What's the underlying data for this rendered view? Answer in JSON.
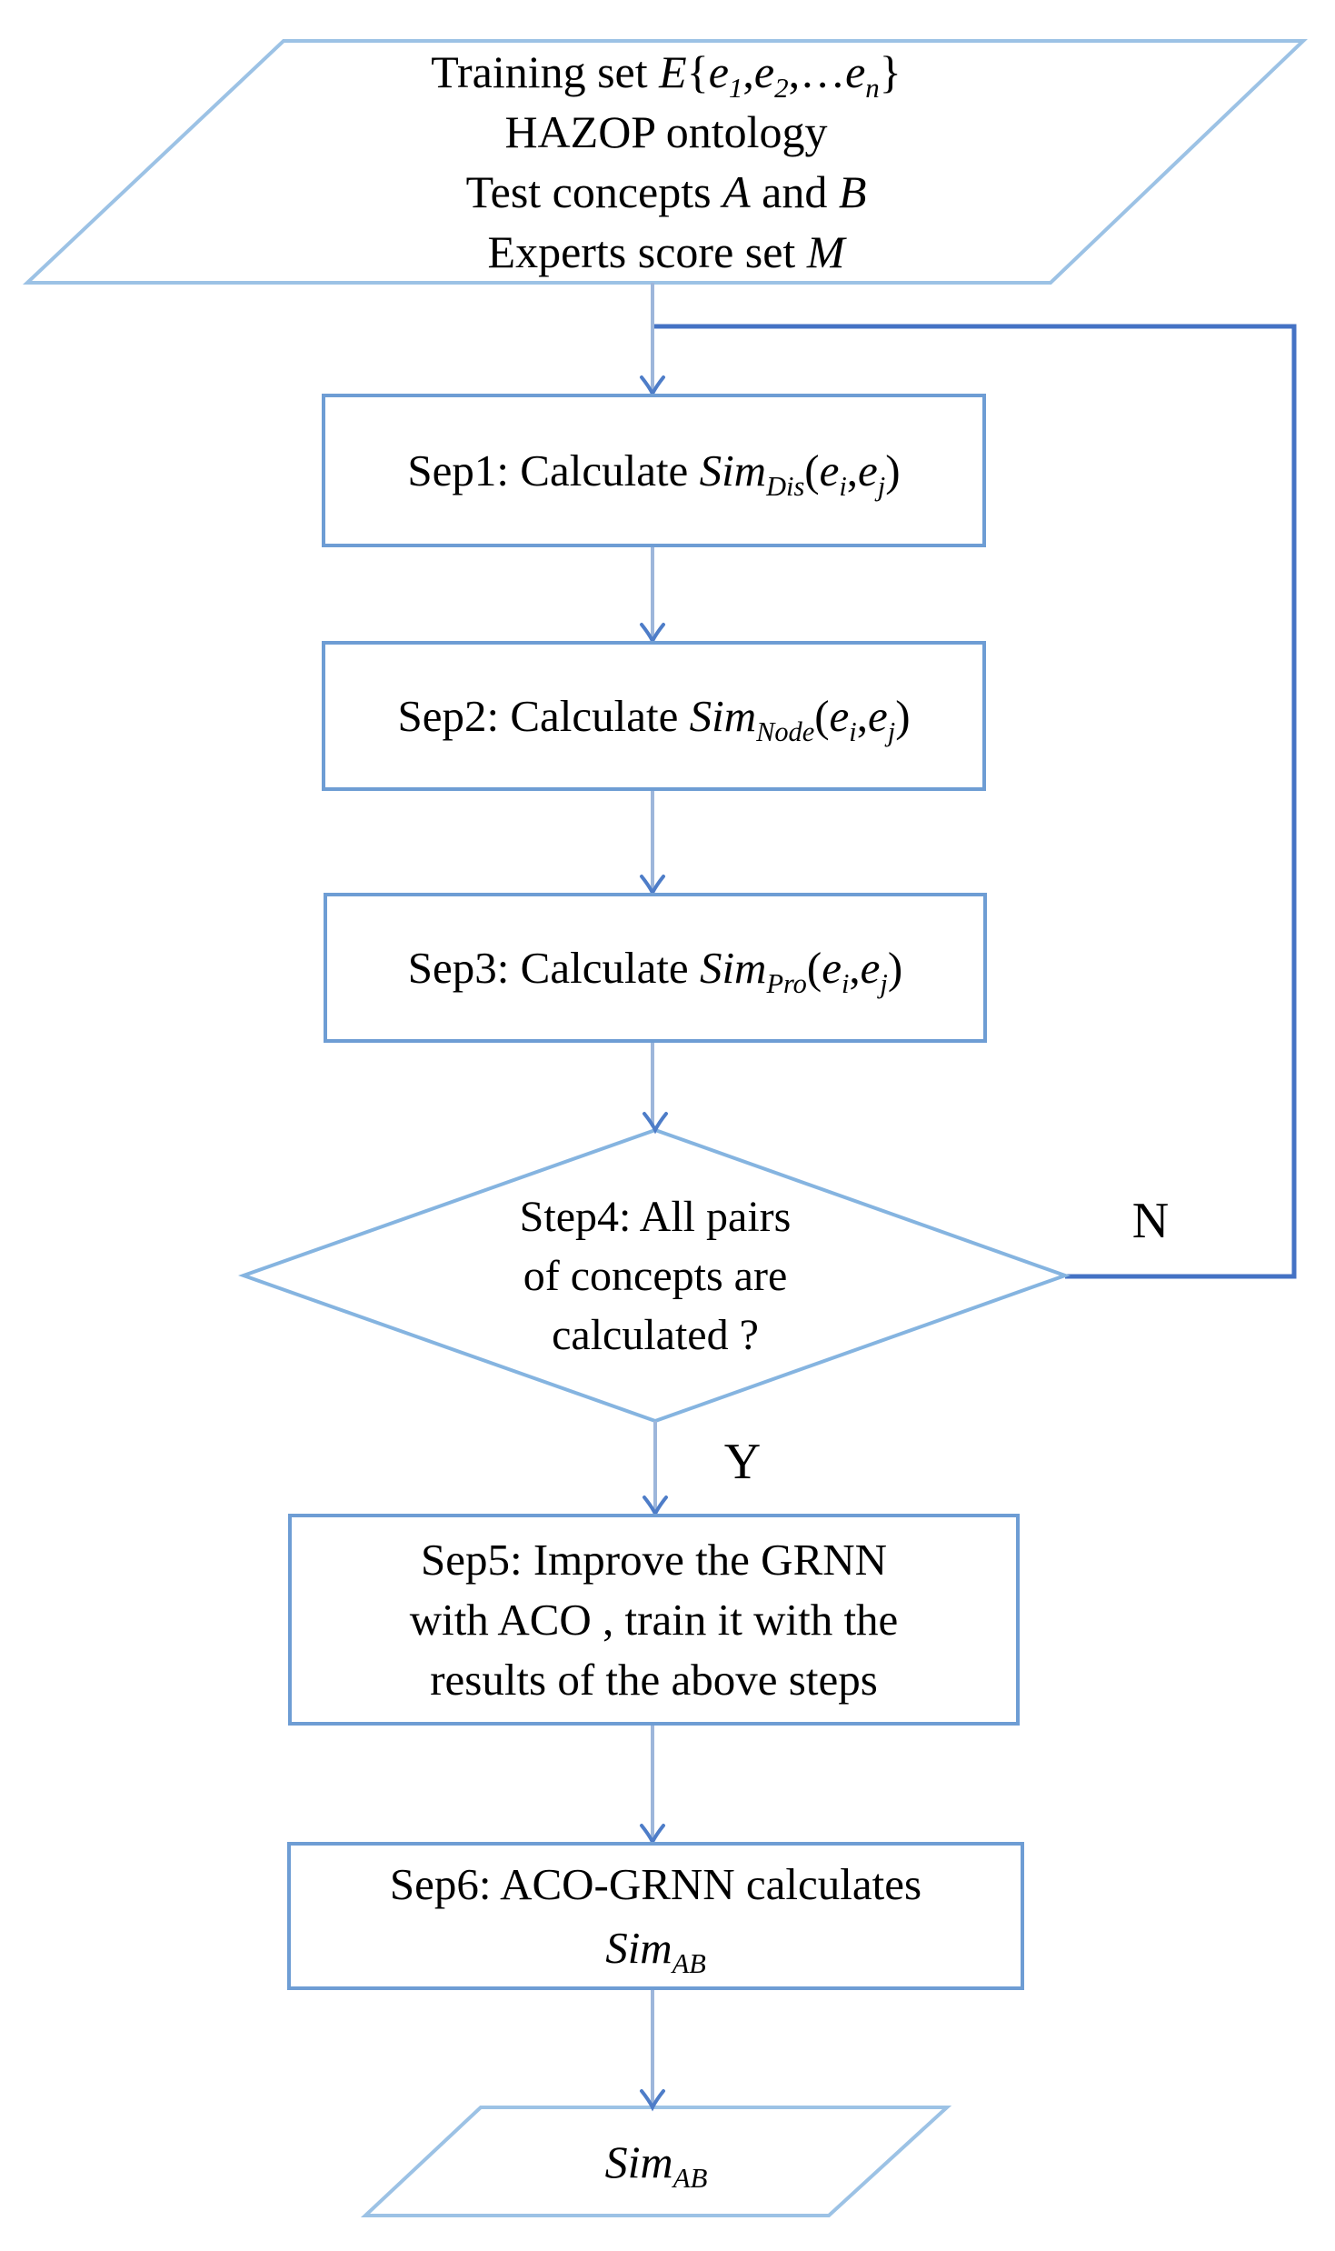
{
  "diagram": {
    "title_hint": "HAZOP ontology concept similarity calculation flowchart",
    "input": {
      "lines": [
        "Training set *E*{*e*_1_,*e*_2_,…*e*_n_}",
        "HAZOP ontology",
        "Test concepts *A* and *B*",
        "Experts score set *M*"
      ]
    },
    "step1": {
      "label": "Sep1: Calculate *Sim*_Dis_(*e*_i_,*e*_j_)"
    },
    "step2": {
      "label": "Sep2: Calculate *Sim*_Node_(*e*_i_,*e*_j_)"
    },
    "step3": {
      "label": "Sep3: Calculate *Sim*_Pro_(*e*_i_,*e*_j_)"
    },
    "decision": {
      "lines": [
        "Step4: All pairs",
        "of concepts are",
        "calculated ?"
      ]
    },
    "step5": {
      "lines": [
        "Sep5: Improve the GRNN",
        "with ACO , train it with the",
        "results of the above steps"
      ]
    },
    "step6": {
      "lines": [
        "Sep6: ACO-GRNN calculates",
        "*Sim*_AB_"
      ]
    },
    "output": {
      "label": "*Sim*_AB_"
    },
    "edge_labels": {
      "no": "N",
      "yes": "Y"
    },
    "colors": {
      "io_border": "#9cc2e5",
      "decision_border": "#85b4e0",
      "box_border": "#6e9dd4",
      "connector": "#9db6db",
      "arrowhead": "#4e7dc8",
      "loop": "#4472c4",
      "text": "#000000"
    }
  }
}
